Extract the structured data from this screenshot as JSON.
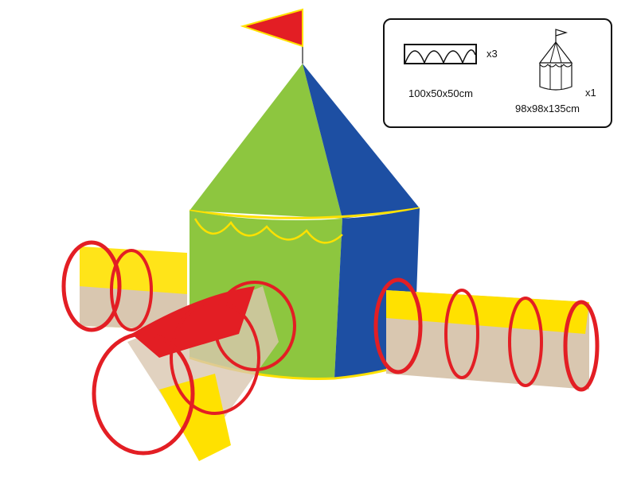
{
  "inset": {
    "tunnel": {
      "dimensions": "100x50x50cm",
      "quantity": "x3"
    },
    "tent": {
      "dimensions": "98x98x135cm",
      "quantity": "x1"
    }
  },
  "colors": {
    "green": "#8dc63f",
    "blue": "#1d4fa3",
    "red": "#e31e24",
    "yellow": "#ffe100",
    "mesh": "#d9c7b0"
  }
}
